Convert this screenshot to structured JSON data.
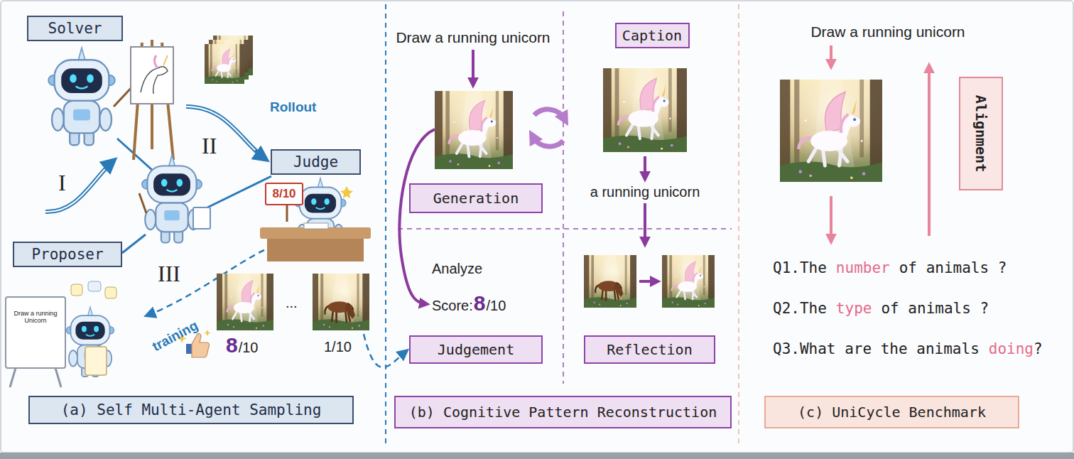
{
  "diagram": {
    "nodes": [
      {
        "text": [
          "Solver"
        ]
      },
      {
        "text": [
          "Judge"
        ]
      },
      {
        "text": [
          "Proposer"
        ]
      },
      {
        "text": [
          "(a) Self Multi-Agent Sampling"
        ]
      },
      {
        "text": [
          "Caption"
        ]
      },
      {
        "text": [
          "Generation"
        ]
      },
      {
        "text": [
          "Judgement"
        ]
      },
      {
        "text": [
          "Reflection"
        ]
      },
      {
        "text": [
          "(b) Cognitive Pattern Reconstruction"
        ]
      },
      {
        "text": [
          "Alignment"
        ]
      },
      {
        "text": [
          "(c) UniCycle Benchmark"
        ]
      }
    ],
    "labels": [
      "I",
      "II",
      "III",
      "Rollout",
      "8/10",
      "Draw a running Unicorn",
      "training",
      "8",
      "/10",
      "1/10",
      "Draw a running unicorn",
      "a running unicorn",
      "Analyze",
      "Score:",
      "8",
      "/10",
      "Draw a running unicorn",
      "Q1.The",
      "number",
      "of animals ?",
      "Q2.The",
      "type",
      "of animals ?",
      "Q3.What are the animals",
      "doing",
      "?",
      "..."
    ]
  }
}
